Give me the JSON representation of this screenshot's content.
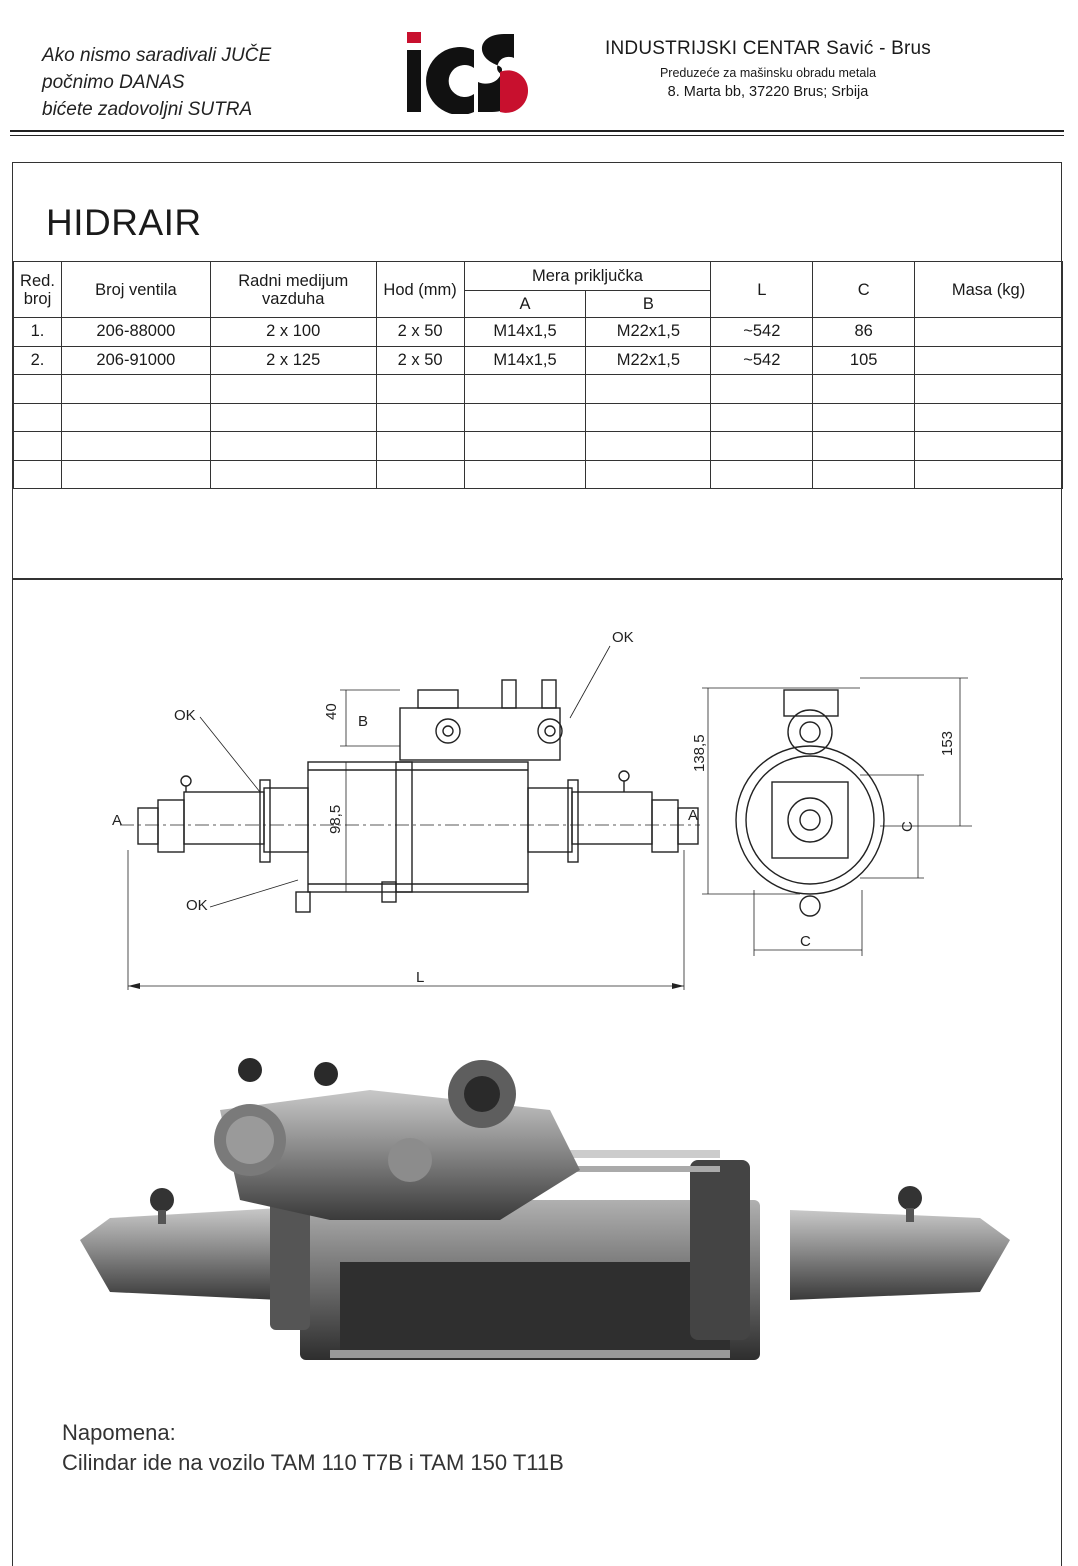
{
  "header": {
    "slogan": [
      "Ako nismo saradivali JUČE",
      "počnimo DANAS",
      "bićete zadovoljni SUTRA"
    ],
    "logo_text": "ics",
    "company_name": "INDUSTRIJSKI CENTAR Savić - Brus",
    "company_sub": "Preduzeće za mašinsku obradu metala",
    "company_address": "8. Marta bb, 37220 Brus; Srbija",
    "colors": {
      "logo_black": "#111111",
      "logo_red": "#c8102e"
    }
  },
  "title": "HIDRAIR",
  "table": {
    "headers": {
      "red_broj": "Red. broj",
      "broj_ventila": "Broj ventila",
      "radni_medijum": "Radni medijum vazduha",
      "hod": "Hod (mm)",
      "mera": "Mera priključka",
      "mera_a": "A",
      "mera_b": "B",
      "l": "L",
      "c": "C",
      "masa": "Masa (kg)"
    },
    "rows": [
      {
        "red": "1.",
        "broj": "206-88000",
        "radni": "2 x 100",
        "hod": "2 x 50",
        "a": "M14x1,5",
        "b": "M22x1,5",
        "l": "~542",
        "c": "86",
        "masa": ""
      },
      {
        "red": "2.",
        "broj": "206-91000",
        "radni": "2 x 125",
        "hod": "2 x 50",
        "a": "M14x1,5",
        "b": "M22x1,5",
        "l": "~542",
        "c": "105",
        "masa": ""
      }
    ]
  },
  "drawing": {
    "labels": {
      "ok_top": "OK",
      "ok_left": "OK",
      "ok_bottom": "OK",
      "a_left": "A",
      "a_right": "A",
      "b": "B",
      "dim_40": "40",
      "dim_98_5": "98,5",
      "dim_l": "L",
      "dim_138_5": "138,5",
      "dim_153": "153",
      "dim_c_vertical": "C",
      "dim_c_horizontal": "C"
    }
  },
  "note": {
    "heading": "Napomena:",
    "text": "Cilindar ide na vozilo TAM 110 T7B i TAM 150 T11B"
  }
}
